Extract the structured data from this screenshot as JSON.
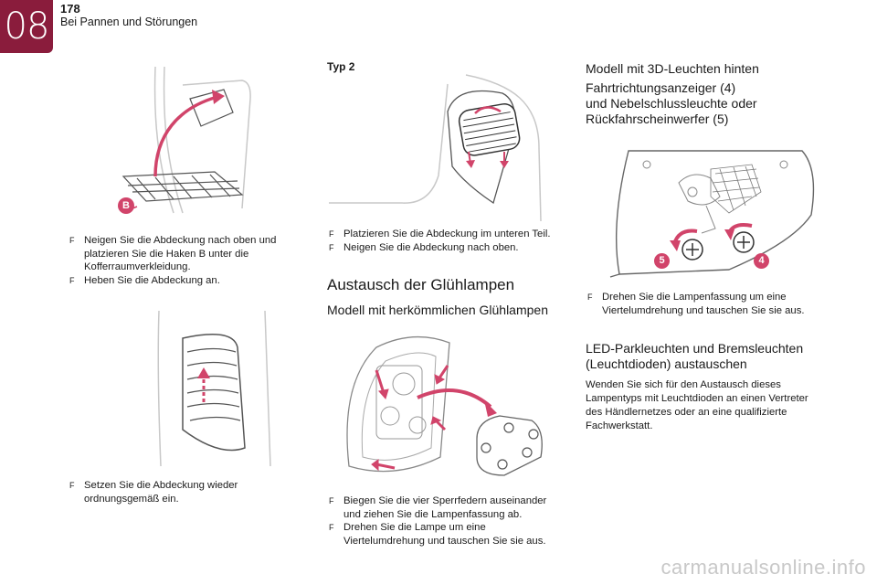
{
  "header": {
    "chapter": "08",
    "page_number": "178",
    "section": "Bei Pannen und Störungen"
  },
  "col1": {
    "callout_b": "B",
    "bullets1": [
      {
        "mark": "F",
        "text": "Neigen Sie die Abdeckung nach oben und platzieren Sie die Haken B unter die Kofferraumverkleidung."
      },
      {
        "mark": "F",
        "text": "Heben Sie die Abdeckung an."
      }
    ],
    "bullets2": [
      {
        "mark": "F",
        "text": "Setzen Sie die Abdeckung wieder ordnungsgemäß ein."
      }
    ]
  },
  "col2": {
    "typ_label": "Typ 2",
    "bullets1": [
      {
        "mark": "F",
        "text": "Platzieren Sie die Abdeckung im unteren Teil."
      },
      {
        "mark": "F",
        "text": "Neigen Sie die Abdeckung nach oben."
      }
    ],
    "heading": "Austausch der Glühlampen",
    "subheading": "Modell mit herkömmlichen Glühlampen",
    "bullets2": [
      {
        "mark": "F",
        "text": "Biegen Sie die vier Sperrfedern auseinander und ziehen Sie die Lampenfassung ab."
      },
      {
        "mark": "F",
        "text": "Drehen Sie die Lampe um eine Viertelumdrehung und tauschen Sie sie aus."
      }
    ]
  },
  "col3": {
    "heading1": "Modell mit 3D-Leuchten hinten",
    "heading2_line1": "Fahrtrichtungsanzeiger (4)",
    "heading2_line2": "und Nebelschlussleuchte oder",
    "heading2_line3": "Rückfahrscheinwerfer (5)",
    "callout_5": "5",
    "callout_4": "4",
    "bullets1": [
      {
        "mark": "F",
        "text": "Drehen Sie die Lampenfassung um eine Viertelumdrehung und tauschen Sie sie aus."
      }
    ],
    "led_heading_line1": "LED-Parkleuchten und Bremsleuchten",
    "led_heading_line2": "(Leuchtdioden) austauschen",
    "led_paragraph": "Wenden Sie sich für den Austausch dieses Lampentyps mit Leuchtdioden an einen Vertreter des Händlernetzes oder an eine qualifizierte Fachwerkstatt."
  },
  "footer": {
    "watermark": "carmanualsonline.info"
  },
  "colors": {
    "brand": "#8a1c3c",
    "callout": "#d1446a",
    "line_art": "#555555",
    "light_art": "#c8c8c8"
  }
}
